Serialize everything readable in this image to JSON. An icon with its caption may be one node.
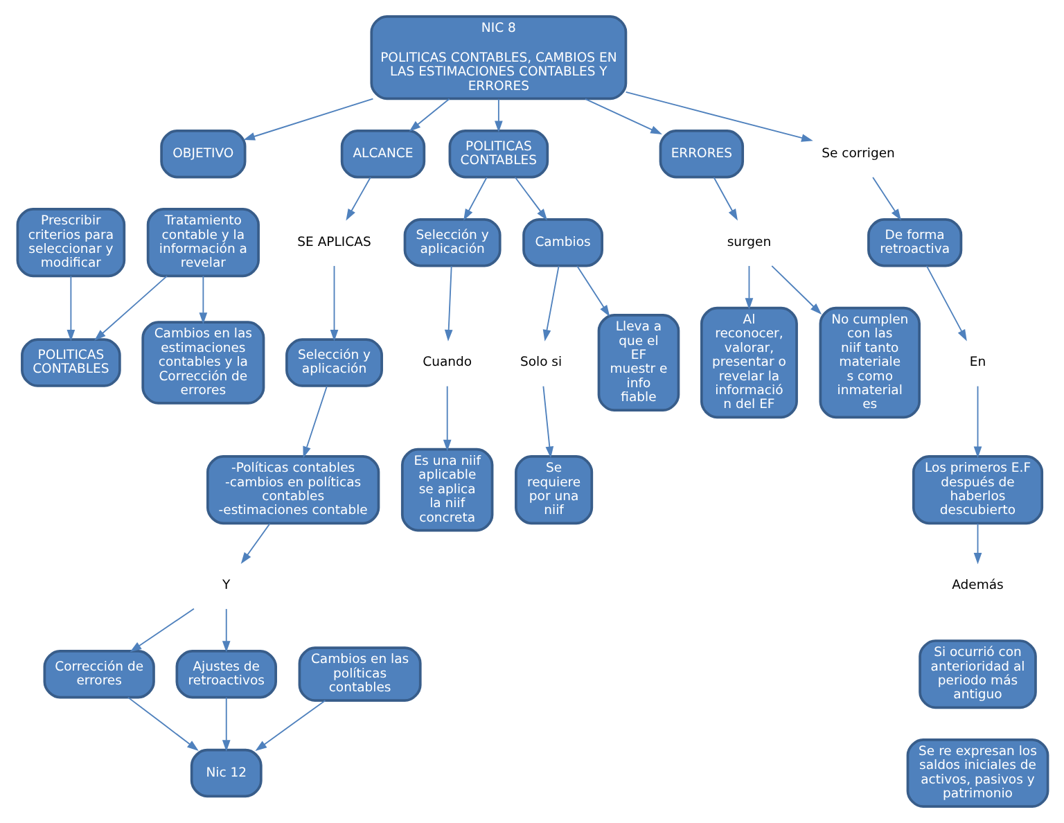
{
  "diagram": {
    "nodes": [
      {
        "text": [
          "NIC 8",
          "POLITICAS CONTABLES, CAMBIOS EN LAS ESTIMACIONES CONTABLES Y ERRORES"
        ]
      },
      {
        "text": [
          "OBJETIVO"
        ]
      },
      {
        "text": [
          "ALCANCE"
        ]
      },
      {
        "text": [
          "POLITICAS CONTABLES"
        ]
      },
      {
        "text": [
          "ERRORES"
        ]
      },
      {
        "text": [
          "Se corrigen"
        ]
      },
      {
        "text": [
          "Prescribir criterios para seleccionar y modificar"
        ]
      },
      {
        "text": [
          "Tratamiento contable y la información a revelar"
        ]
      },
      {
        "text": [
          "SE APLICAS"
        ]
      },
      {
        "text": [
          "Selección y aplicación"
        ]
      },
      {
        "text": [
          "Cambios"
        ]
      },
      {
        "text": [
          "surgen"
        ]
      },
      {
        "text": [
          "De forma retroactiva"
        ]
      },
      {
        "text": [
          "Selección y aplicación"
        ]
      },
      {
        "text": [
          "Cuando"
        ]
      },
      {
        "text": [
          "Solo si"
        ]
      },
      {
        "text": [
          "Al reconocer, valorar, presentar o revelar la informació n del EF"
        ]
      },
      {
        "text": [
          "No cumplen con las niif tanto materiale s como inmaterial es"
        ]
      },
      {
        "text": [
          "En"
        ]
      },
      {
        "text": [
          "POLITICAS CONTABLES"
        ]
      },
      {
        "text": [
          "-Políticas contables -cambios en políticas contables -estimaciones contable"
        ]
      },
      {
        "text": [
          "Es una niif aplicable se aplica la niif concreta"
        ]
      },
      {
        "text": [
          "Se requiere por una niif"
        ]
      },
      {
        "text": [
          "Los primeros E.F después de haberlos descubierto"
        ]
      },
      {
        "text": [
          "Cambios en las estimaciones contables y la Corrección de errores"
        ]
      },
      {
        "text": [
          "Y"
        ]
      },
      {
        "text": [
          "Lleva a que el EF muestr e info fiable"
        ]
      },
      {
        "text": [
          "Además"
        ]
      },
      {
        "text": [
          "Corrección de errores"
        ]
      },
      {
        "text": [
          "Ajustes de retroactivos"
        ]
      },
      {
        "text": [
          "Si ocurrió con anterioridad al periodo más antiguo"
        ]
      },
      {
        "text": [
          "Cambios en las políticas contables"
        ]
      },
      {
        "text": [
          "Se re expresan los saldos iniciales de activos, pasivos y patrimonio"
        ]
      },
      {
        "text": [
          "Nic 12"
        ]
      }
    ],
    "edges": [
      {
        "from": 0,
        "to": 1,
        "arrow": "to"
      },
      {
        "from": 0,
        "to": 2,
        "arrow": "to"
      },
      {
        "from": 0,
        "to": 3,
        "arrow": "to"
      },
      {
        "from": 0,
        "to": 4,
        "arrow": "to"
      },
      {
        "from": 0,
        "to": 5,
        "arrow": "to"
      },
      {
        "from": 2,
        "to": 8,
        "arrow": "to"
      },
      {
        "from": 8,
        "to": 13,
        "arrow": "to"
      },
      {
        "from": 13,
        "to": 20,
        "arrow": "to"
      },
      {
        "from": 20,
        "to": 25,
        "arrow": "to"
      },
      {
        "from": 25,
        "to": 28,
        "arrow": "to"
      },
      {
        "from": 25,
        "to": 29,
        "arrow": "to"
      },
      {
        "from": 28,
        "to": 33,
        "arrow": "to"
      },
      {
        "from": 29,
        "to": 33,
        "arrow": "to"
      },
      {
        "from": 31,
        "to": 33,
        "arrow": "to"
      },
      {
        "from": 3,
        "to": 9,
        "arrow": "to"
      },
      {
        "from": 3,
        "to": 10,
        "arrow": "to"
      },
      {
        "from": 9,
        "to": 14,
        "arrow": "to"
      },
      {
        "from": 14,
        "to": 21,
        "arrow": "to"
      },
      {
        "from": 10,
        "to": 15,
        "arrow": "to"
      },
      {
        "from": 15,
        "to": 22,
        "arrow": "to"
      },
      {
        "from": 10,
        "to": 26,
        "arrow": "to"
      },
      {
        "from": 4,
        "to": 11,
        "arrow": "to"
      },
      {
        "from": 11,
        "to": 16,
        "arrow": "to"
      },
      {
        "from": 11,
        "to": 17,
        "arrow": "to"
      },
      {
        "from": 5,
        "to": 12,
        "arrow": "to"
      },
      {
        "from": 12,
        "to": 18,
        "arrow": "to"
      },
      {
        "from": 18,
        "to": 23,
        "arrow": "to"
      },
      {
        "from": 23,
        "to": 27,
        "arrow": "to"
      },
      {
        "from": 6,
        "to": 19,
        "arrow": "to"
      },
      {
        "from": 7,
        "to": 19,
        "arrow": "to"
      },
      {
        "from": 7,
        "to": 24,
        "arrow": "to"
      }
    ]
  }
}
